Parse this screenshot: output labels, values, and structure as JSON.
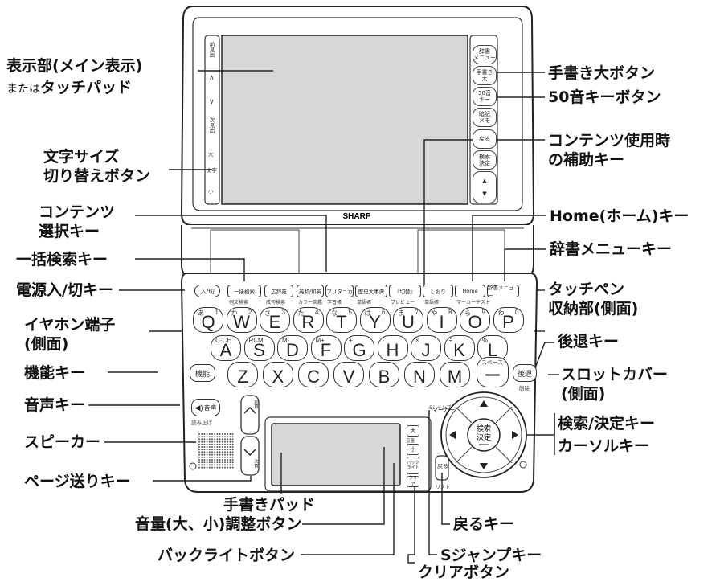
{
  "device": {
    "brand": "SHARP",
    "screen_side_left": [
      "前見出",
      "∧",
      "∨",
      "次見出",
      "大",
      "文字",
      "小"
    ],
    "screen_side_right": [
      "辞書\nメニュー",
      "手書き\n大",
      "50音\nキー",
      "暗記\nメモ",
      "戻る",
      "検索\n決定",
      "▲",
      "▼"
    ],
    "content_keys": [
      {
        "label": "一括検索",
        "sub": "例文検索"
      },
      {
        "label": "広辞苑",
        "sub": "成句検索"
      },
      {
        "label": "英和/和英",
        "sub": "カラー図鑑"
      },
      {
        "label": "ブリタニカ",
        "sub": "学習帳"
      },
      {
        "label": "歴史大事典",
        "sub": "単語帳"
      },
      {
        "label": "『切替』",
        "sub": "プレビュー"
      },
      {
        "label": "しおり",
        "sub": "単語帳"
      },
      {
        "label": "Home",
        "sub": "マーカーテスト"
      },
      {
        "label": "辞書メニュー",
        "sub": ""
      }
    ],
    "power_key": "入/切",
    "row1": [
      [
        "Q",
        "あ",
        "1"
      ],
      [
        "W",
        "か",
        "2"
      ],
      [
        "E",
        "さ",
        "3"
      ],
      [
        "R",
        "た",
        "4"
      ],
      [
        "T",
        "な",
        "5"
      ],
      [
        "Y",
        "は",
        "6"
      ],
      [
        "U",
        "ま",
        "7"
      ],
      [
        "I",
        "や",
        "8"
      ],
      [
        "O",
        "ら",
        "9"
      ],
      [
        "P",
        "わ",
        "0"
      ]
    ],
    "row2": [
      [
        "A",
        "C·CE",
        ""
      ],
      [
        "S",
        "RCM",
        ""
      ],
      [
        "D",
        "M-",
        ""
      ],
      [
        "F",
        "M+",
        ""
      ],
      [
        "G",
        "+",
        ""
      ],
      [
        "H",
        "-",
        ""
      ],
      [
        "J",
        "×",
        ""
      ],
      [
        "K",
        "÷",
        ""
      ],
      [
        "L",
        "%",
        ""
      ]
    ],
    "row3": [
      "Z",
      "X",
      "C",
      "V",
      "B",
      "N",
      "M"
    ],
    "space_key": "スペース",
    "space_glyph": "ー",
    "func_key": "機能",
    "back_key": "後退",
    "back_sub": "削除",
    "voice_key": "音声",
    "voice_sub": "読み上げ",
    "page_up_label": "前頁",
    "page_down_label": "次頁",
    "pad_buttons": [
      "大",
      "音量",
      "小",
      "バック\nライト",
      "クリア"
    ],
    "marker_label": "マーカー",
    "sjump_label": "Sジャンプ",
    "return_key": "戻る",
    "list_label": "リスト",
    "center_key": "検索\n決定"
  },
  "callouts_left": {
    "display": "表示部(メイン表示)",
    "display_sub": "または",
    "display_sub_b": "タッチパッド",
    "font_size_1": "文字サイズ",
    "font_size_2": "切り替えボタン",
    "content_1": "コンテンツ",
    "content_2": "選択キー",
    "bulk_search": "一括検索キー",
    "power": "電源入/切キー",
    "earphone_1": "イヤホン端子",
    "earphone_2": "(側面)",
    "function": "機能キー",
    "voice": "音声キー",
    "speaker": "スピーカー",
    "page_feed": "ページ送りキー"
  },
  "callouts_right": {
    "handwrite_large": "手書き大ボタン",
    "fifty_sound": "50音キーボタン",
    "content_aux_1": "コンテンツ使用時",
    "content_aux_2": "の補助キー",
    "home": "Home(ホーム)キー",
    "dict_menu": "辞書メニューキー",
    "pen_1": "タッチペン",
    "pen_2": "収納部(側面)",
    "backspace": "後退キー",
    "slot_1": "スロットカバー",
    "slot_2": "(側面)",
    "search_1": "検索/決定キー",
    "search_2": "カーソルキー"
  },
  "callouts_bottom": {
    "handwrite_pad": "手書きパッド",
    "volume": "音量(大、小)調整ボタン",
    "backlight": "バックライトボタン",
    "return": "戻るキー",
    "sjump": "Sジャンプキー",
    "clear": "クリアボタン"
  }
}
